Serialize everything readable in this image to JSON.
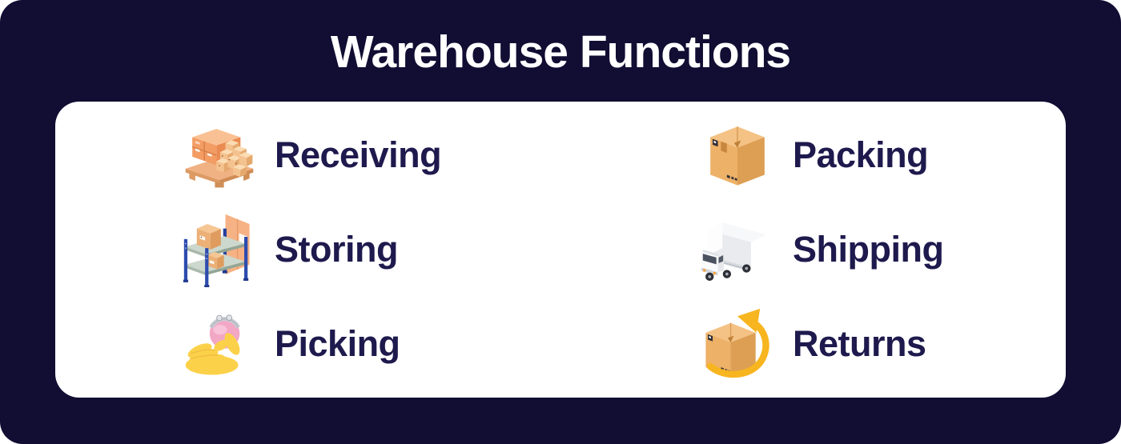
{
  "title": "Warehouse Functions",
  "colors": {
    "panel_background": "#110d33",
    "card_background": "#ffffff",
    "title_text": "#ffffff",
    "label_text": "#1e1a4d",
    "box_orange": "#f0a368",
    "crate_orange": "#f39c63",
    "rack_blue": "#2d4cae",
    "shelf_sage": "#ccd8cd",
    "hand_yellow": "#fcd14a",
    "purse_pink": "#f2a7c5",
    "truck_white": "#e9ebef",
    "arrow_gold": "#f7b51f"
  },
  "columns": [
    {
      "items": [
        {
          "label": "Receiving",
          "icon": "pallet-boxes-icon"
        },
        {
          "label": "Storing",
          "icon": "storage-rack-icon"
        },
        {
          "label": "Picking",
          "icon": "picking-hand-icon"
        }
      ]
    },
    {
      "items": [
        {
          "label": "Packing",
          "icon": "packed-box-icon"
        },
        {
          "label": "Shipping",
          "icon": "delivery-truck-icon"
        },
        {
          "label": "Returns",
          "icon": "return-box-icon"
        }
      ]
    }
  ]
}
